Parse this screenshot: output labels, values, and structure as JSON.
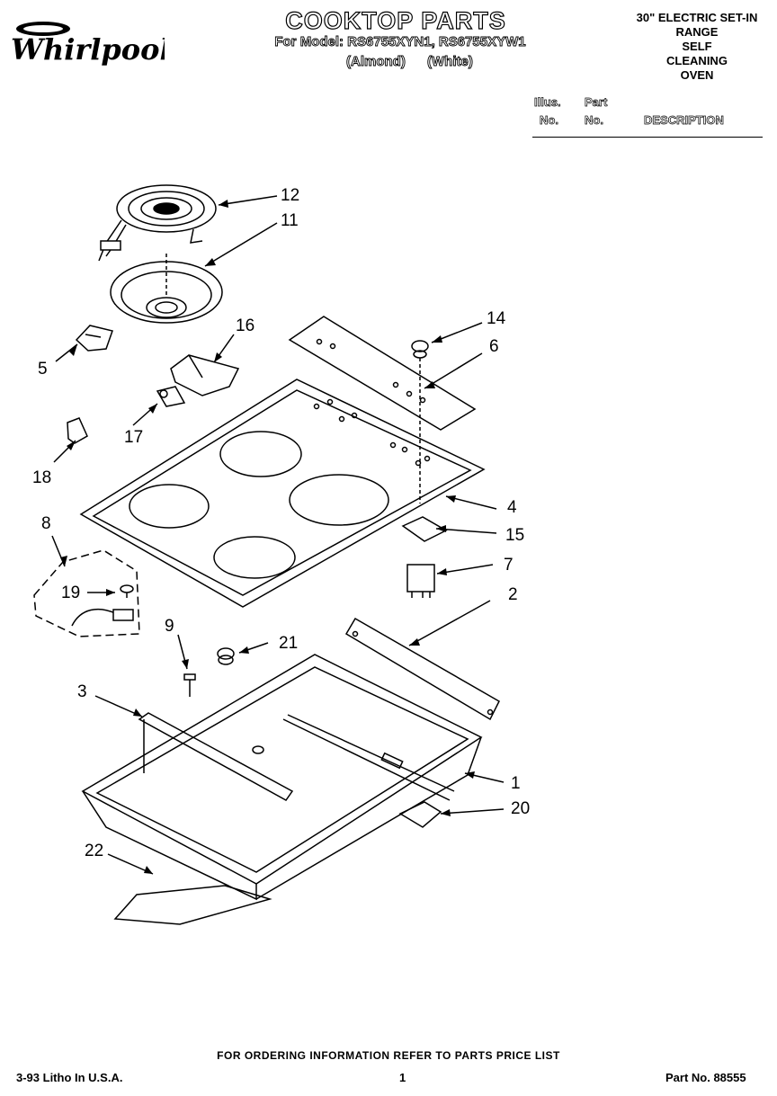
{
  "brand": {
    "logo_text": "Whirlpool"
  },
  "header": {
    "title": "COOKTOP PARTS",
    "models": "For Model: RS6755XYN1, RS6755XYW1",
    "variant_almond": "(Almond)",
    "variant_white": "(White)"
  },
  "product": {
    "line1": "30\" ELECTRIC SET-IN",
    "line2": "RANGE",
    "line3": "SELF",
    "line4": "CLEANING",
    "line5": "OVEN"
  },
  "table_header": {
    "illus_1": "Illus.",
    "illus_2": "No.",
    "part_1": "Part",
    "part_2": "No.",
    "description": "DESCRIPTION"
  },
  "callouts": {
    "c1": "1",
    "c2": "2",
    "c3": "3",
    "c4": "4",
    "c5": "5",
    "c6": "6",
    "c7": "7",
    "c8": "8",
    "c9": "9",
    "c11": "11",
    "c12": "12",
    "c14": "14",
    "c15": "15",
    "c16": "16",
    "c17": "17",
    "c18": "18",
    "c19": "19",
    "c20": "20",
    "c21": "21",
    "c22": "22"
  },
  "footer": {
    "ordering_note": "FOR ORDERING INFORMATION REFER TO PARTS PRICE LIST",
    "litho": "3-93 Litho In U.S.A.",
    "page": "1",
    "part_number": "Part No. 88555"
  }
}
